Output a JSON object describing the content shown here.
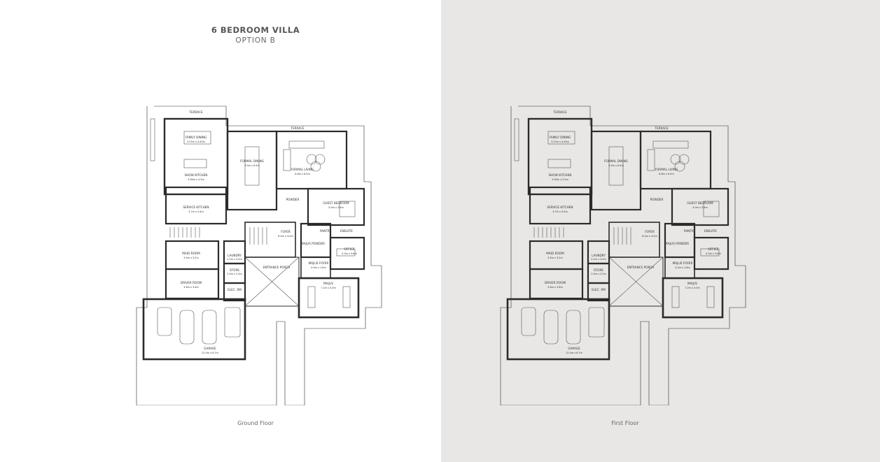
{
  "title": "6 BEDROOM VILLA",
  "subtitle": "OPTION B",
  "floors": [
    {
      "caption": "Ground Floor",
      "rooms": {
        "terrace_top": "TERRACE",
        "terrace_mid": "TERRACE",
        "family_dining": "FAMILY DINING",
        "family_dining_dim": "3.25m x 4.45m",
        "show_kitchen": "SHOW KITCHEN",
        "show_kitchen_dim": "3.96m x 3.5m",
        "formal_dining": "FORMAL DINING",
        "formal_dining_dim": "3.9m x 6.5m",
        "formal_living": "FORMAL LIVING",
        "formal_living_dim": "8.6m x 6.0m",
        "service_kitchen": "SERVICE KITCHEN",
        "service_kitchen_dim": "3.7m x 3.4m",
        "powder": "POWDER",
        "guest_bedroom": "GUEST BEDROOM",
        "guest_bedroom_dim": "4.0m x 3.9m",
        "foyer": "FOYER",
        "foyer_dim": "8.4m x 3.0m",
        "pantry": "PANTRY",
        "ensuite": "ENSUITE",
        "majlis_powder": "MAJLIS POWDER",
        "office": "OFFICE",
        "office_dim": "4.3m x 3.6m",
        "maid_room": "MAID ROOM",
        "maid_room_dim": "3.9m x 3.2m",
        "laundry": "LAUNDRY",
        "laundry_dim": "2.2m x 3.0m",
        "store": "STORE",
        "store_dim": "2.4m x 2.5m",
        "entrance_porch": "ENTRANCE PORCH",
        "majlis_foyer": "MAJLIS FOYER",
        "majlis_foyer_dim": "4.0m x 1.8m",
        "driver_room": "DRIVER ROOM",
        "driver_room_dim": "3.6m x 3.6m",
        "elec_rm": "ELEC. RM",
        "majlis": "MAJLIS",
        "majlis_dim": "7.2m x 5.0m",
        "garage": "GARAGE",
        "garage_dim": "12.0m x 6.7m"
      }
    },
    {
      "caption": "First Floor",
      "rooms": {
        "terrace_top": "TERRACE",
        "terrace_mid": "TERRACE",
        "family_dining": "FAMILY DINING",
        "family_dining_dim": "3.25m x 4.45m",
        "show_kitchen": "SHOW KITCHEN",
        "show_kitchen_dim": "3.96m x 3.5m",
        "formal_dining": "FORMAL DINING",
        "formal_dining_dim": "3.9m x 6.5m",
        "formal_living": "FORMAL LIVING",
        "formal_living_dim": "8.6m x 6.0m",
        "service_kitchen": "SERVICE KITCHEN",
        "service_kitchen_dim": "3.7m x 3.4m",
        "powder": "POWDER",
        "guest_bedroom": "GUEST BEDROOM",
        "guest_bedroom_dim": "4.0m x 3.9m",
        "foyer": "FOYER",
        "foyer_dim": "8.4m x 3.0m",
        "pantry": "PANTRY",
        "ensuite": "ENSUITE",
        "majlis_powder": "MAJLIS POWDER",
        "office": "OFFICE",
        "office_dim": "4.3m x 3.6m",
        "maid_room": "MAID ROOM",
        "maid_room_dim": "3.9m x 3.2m",
        "laundry": "LAUNDRY",
        "laundry_dim": "2.2m x 3.0m",
        "store": "STORE",
        "store_dim": "2.4m x 2.5m",
        "entrance_porch": "ENTRANCE PORCH",
        "majlis_foyer": "MAJLIS FOYER",
        "majlis_foyer_dim": "4.0m x 1.8m",
        "driver_room": "DRIVER ROOM",
        "driver_room_dim": "3.6m x 3.6m",
        "elec_rm": "ELEC. RM",
        "majlis": "MAJLIS",
        "majlis_dim": "7.2m x 5.0m",
        "garage": "GARAGE",
        "garage_dim": "12.0m x 6.7m"
      }
    }
  ],
  "colors": {
    "left_background": "#ffffff",
    "right_background": "#e9e7e5",
    "wall": "#2b2b2b"
  }
}
